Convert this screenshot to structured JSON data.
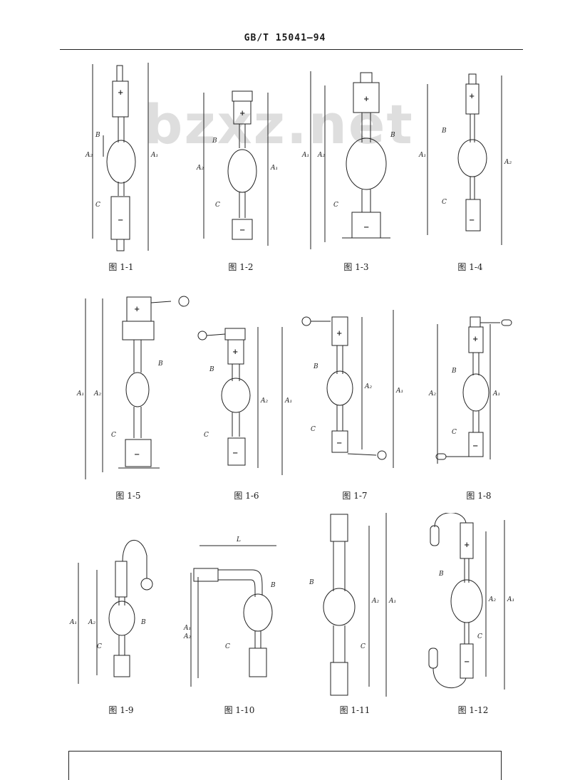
{
  "header": {
    "standard_code": "GB/T 15041—94"
  },
  "watermark": {
    "text": "bzxz.net"
  },
  "figures": [
    {
      "caption": "图 1-1"
    },
    {
      "caption": "图 1-2"
    },
    {
      "caption": "图 1-3"
    },
    {
      "caption": "图 1-4"
    },
    {
      "caption": "图 1-5"
    },
    {
      "caption": "图 1-6"
    },
    {
      "caption": "图 1-7"
    },
    {
      "caption": "图 1-8"
    },
    {
      "caption": "图 1-9"
    },
    {
      "caption": "图 1-10"
    },
    {
      "caption": "图 1-11"
    },
    {
      "caption": "图 1-12"
    }
  ],
  "dimension_labels": {
    "a1": "A₁",
    "a2": "A₂",
    "b": "B",
    "c": "C",
    "l": "L"
  },
  "polarity": {
    "plus": "+",
    "minus": "−"
  }
}
